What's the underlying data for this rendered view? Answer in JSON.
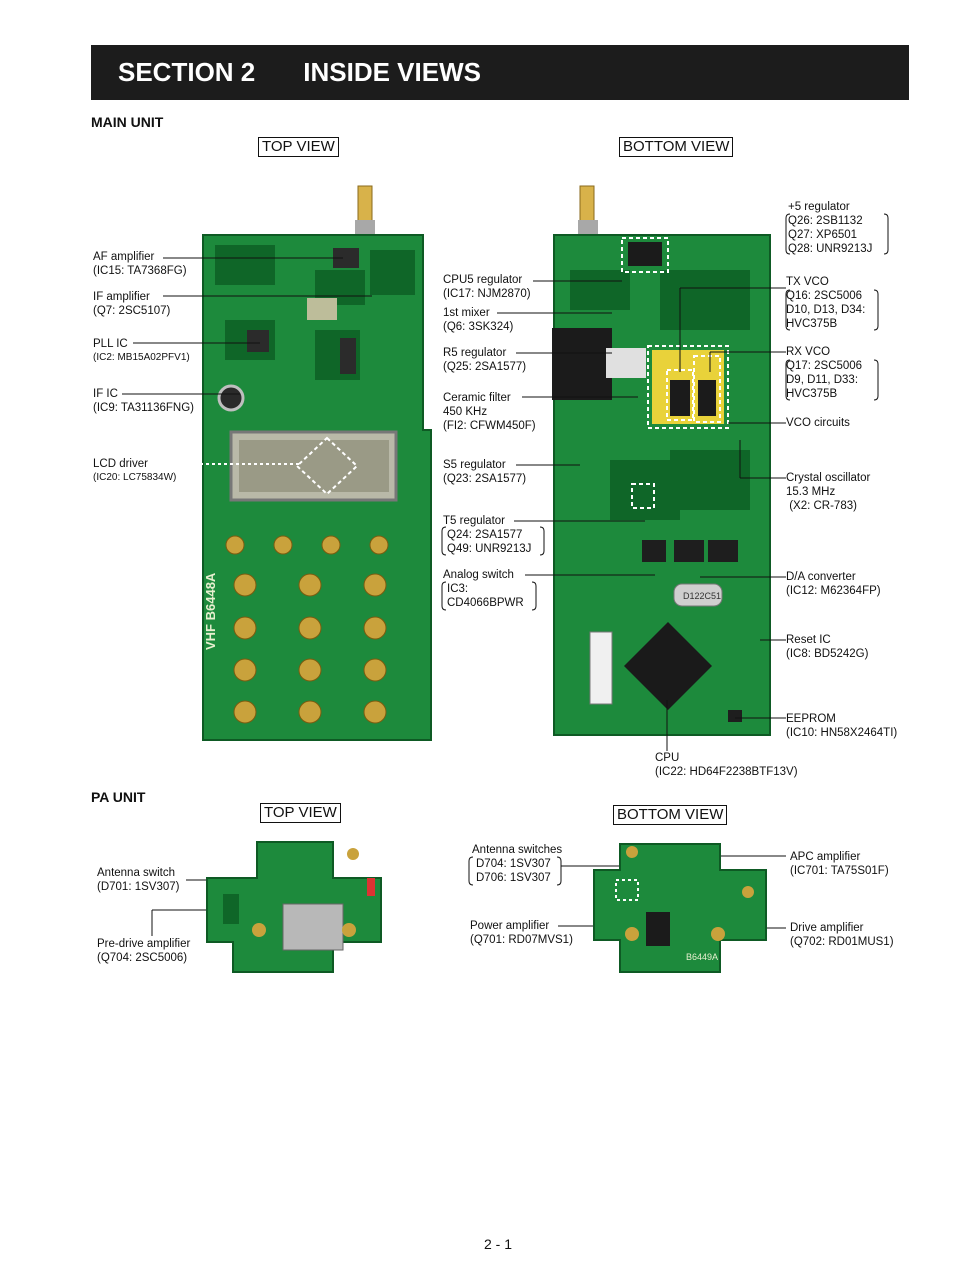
{
  "header": {
    "section": "SECTION 2",
    "title": "INSIDE VIEWS"
  },
  "main_unit": {
    "title": "MAIN UNIT",
    "top_view_label": "TOP VIEW",
    "bottom_view_label": "BOTTOM VIEW",
    "left_labels": [
      {
        "name": "AF amplifier",
        "part": "(IC15: TA7368FG)"
      },
      {
        "name": "IF amplifier",
        "part": "(Q7: 2SC5107)"
      },
      {
        "name": "PLL IC",
        "part": "(IC2: MB15A02PFV1)"
      },
      {
        "name": "IF IC",
        "part": "(IC9: TA31136FNG)"
      },
      {
        "name": "LCD driver",
        "part": "(IC20: LC75834W)"
      }
    ],
    "middle_labels": [
      {
        "name": "CPU5 regulator",
        "part": "(IC17: NJM2870)"
      },
      {
        "name": "1st mixer",
        "part": "(Q6: 3SK324)"
      },
      {
        "name": "R5 regulator",
        "part": "(Q25: 2SA1577)"
      },
      {
        "name": "Ceramic filter",
        "part": "450 KHz",
        "part2": "(FI2: CFWM450F)"
      },
      {
        "name": "S5 regulator",
        "part": "(Q23: 2SA1577)"
      },
      {
        "name": "T5 regulator",
        "part": "Q24: 2SA1577",
        "part2": "Q49: UNR9213J"
      },
      {
        "name": "Analog switch",
        "part": "IC3:",
        "part2": "CD4066BPWR"
      },
      {
        "name": "CPU",
        "part": "(IC22: HD64F2238BTF13V)"
      }
    ],
    "right_labels": [
      {
        "name": "+5 regulator",
        "lines": [
          "Q26: 2SB1132",
          "Q27: XP6501",
          "Q28: UNR9213J"
        ]
      },
      {
        "name": "TX VCO",
        "lines": [
          "Q16: 2SC5006",
          "D10, D13, D34:",
          "HVC375B"
        ]
      },
      {
        "name": "RX VCO",
        "lines": [
          "Q17: 2SC5006",
          "D9, D11, D33:",
          "HVC375B"
        ]
      },
      {
        "name": "VCO circuits",
        "lines": []
      },
      {
        "name": "Crystal oscillator",
        "lines": [
          "15.3 MHz",
          " (X2: CR-783)"
        ]
      },
      {
        "name": "D/A converter",
        "lines": [
          "(IC12: M62364FP)"
        ]
      },
      {
        "name": "Reset IC",
        "lines": [
          "(IC8: BD5242G)"
        ]
      },
      {
        "name": "EEPROM",
        "lines": [
          "(IC10: HN58X2464TI)"
        ]
      }
    ],
    "board_marks": {
      "model": "VHF B6448A",
      "crystal": "D122C51"
    }
  },
  "pa_unit": {
    "title": "PA UNIT",
    "top_view_label": "TOP VIEW",
    "bottom_view_label": "BOTTOM VIEW",
    "left_labels": [
      {
        "name": "Antenna switch",
        "part": "(D701: 1SV307)"
      },
      {
        "name": "Pre-drive amplifier",
        "part": "(Q704: 2SC5006)"
      }
    ],
    "middle_labels": [
      {
        "name": "Antenna switches",
        "lines": [
          "D704: 1SV307",
          "D706: 1SV307"
        ]
      },
      {
        "name": "Power amplifier",
        "part": "(Q701: RD07MVS1)"
      }
    ],
    "right_labels": [
      {
        "name": "APC amplifier",
        "part": "(IC701: TA75S01F)"
      },
      {
        "name": "Drive amplifier",
        "part": "(Q702: RD01MUS1)"
      }
    ],
    "board_marks": {
      "model": "B6449A"
    }
  },
  "footer": {
    "page_number": "2 - 1"
  },
  "colors": {
    "pcb": "#1d8a3c",
    "pcb_dark": "#116b2a",
    "header": "#1c1c1c",
    "vco_yellow": "#e9d23a",
    "lcd": "#9a9a86"
  }
}
